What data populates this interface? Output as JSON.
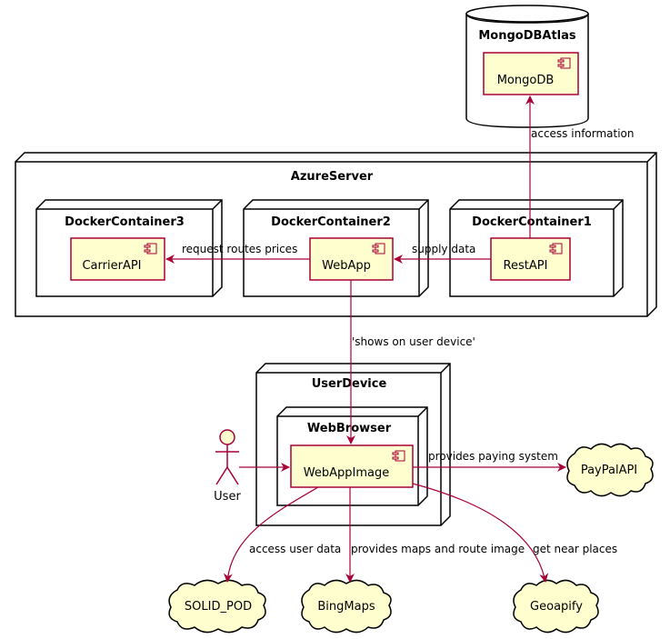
{
  "colors": {
    "component_fill": "#FEFECE",
    "component_stroke": "#A80036",
    "arrow": "#A80036",
    "node_stroke": "#000000",
    "background": "#FFFFFF"
  },
  "databases": {
    "mongodbatlas": {
      "label": "MongoDBAtlas"
    }
  },
  "nodes": {
    "azureserver": {
      "label": "AzureServer"
    },
    "docker1": {
      "label": "DockerContainer1"
    },
    "docker2": {
      "label": "DockerContainer2"
    },
    "docker3": {
      "label": "DockerContainer3"
    },
    "userdevice": {
      "label": "UserDevice"
    },
    "webbrowser": {
      "label": "WebBrowser"
    }
  },
  "components": {
    "mongodb": {
      "label": "MongoDB"
    },
    "carrierapi": {
      "label": "CarrierAPI"
    },
    "webapp": {
      "label": "WebApp"
    },
    "restapi": {
      "label": "RestAPI"
    },
    "webappimage": {
      "label": "WebAppImage"
    }
  },
  "actors": {
    "user": {
      "label": "User"
    }
  },
  "clouds": {
    "paypal": {
      "label": "PayPalAPI"
    },
    "solidpod": {
      "label": "SOLID_POD"
    },
    "bingmaps": {
      "label": "BingMaps"
    },
    "geoapify": {
      "label": "Geoapify"
    }
  },
  "edges": {
    "restapi_mongodb": {
      "label": "access information"
    },
    "webapp_carrier": {
      "label": "request routes prices"
    },
    "restapi_webapp": {
      "label": "supply data"
    },
    "webapp_image": {
      "label": "'shows on user device'"
    },
    "image_paypal": {
      "label": "provides paying system"
    },
    "image_solid": {
      "label": "access user data"
    },
    "image_bing": {
      "label": "provides maps and route image"
    },
    "image_geo": {
      "label": "get near places"
    }
  }
}
